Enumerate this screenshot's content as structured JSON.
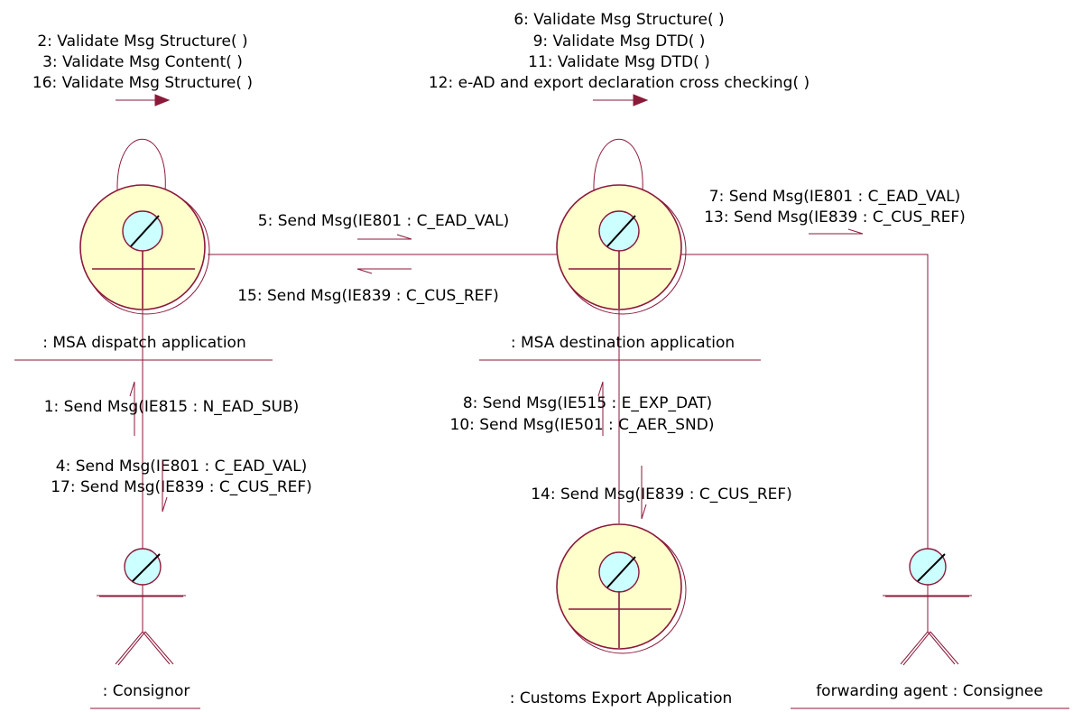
{
  "colors": {
    "line": "#8b1a3a",
    "object_fill": "#ffffcc",
    "lens_fill": "#ccffff",
    "text": "#000000"
  },
  "objects": {
    "dispatch": ": MSA dispatch application",
    "destination": ": MSA destination application",
    "customs": ": Customs Export Application",
    "consignor": ": Consignor",
    "consignee": "forwarding agent : Consignee"
  },
  "messages": {
    "dispatch_self": [
      "2: Validate Msg Structure( )",
      "3: Validate Msg Content( )",
      "16: Validate Msg Structure( )"
    ],
    "destination_self": [
      "6: Validate Msg Structure( )",
      "9: Validate Msg DTD( )",
      "11: Validate Msg DTD( )",
      "12: e-AD and export declaration cross checking( )"
    ],
    "dispatch_to_destination": "5: Send Msg(IE801 : C_EAD_VAL)",
    "destination_to_dispatch": "15: Send Msg(IE839 : C_CUS_REF)",
    "destination_to_consignee": [
      "7: Send Msg(IE801 : C_EAD_VAL)",
      "13: Send Msg(IE839 : C_CUS_REF)"
    ],
    "consignor_to_dispatch": "1: Send Msg(IE815 : N_EAD_SUB)",
    "dispatch_to_consignor": [
      "4: Send Msg(IE801 : C_EAD_VAL)",
      "17: Send Msg(IE839 : C_CUS_REF)"
    ],
    "customs_to_destination": [
      "8: Send Msg(IE515 : E_EXP_DAT)",
      "10: Send Msg(IE501 : C_AER_SND)"
    ],
    "destination_to_customs": "14: Send Msg(IE839 : C_CUS_REF)"
  }
}
